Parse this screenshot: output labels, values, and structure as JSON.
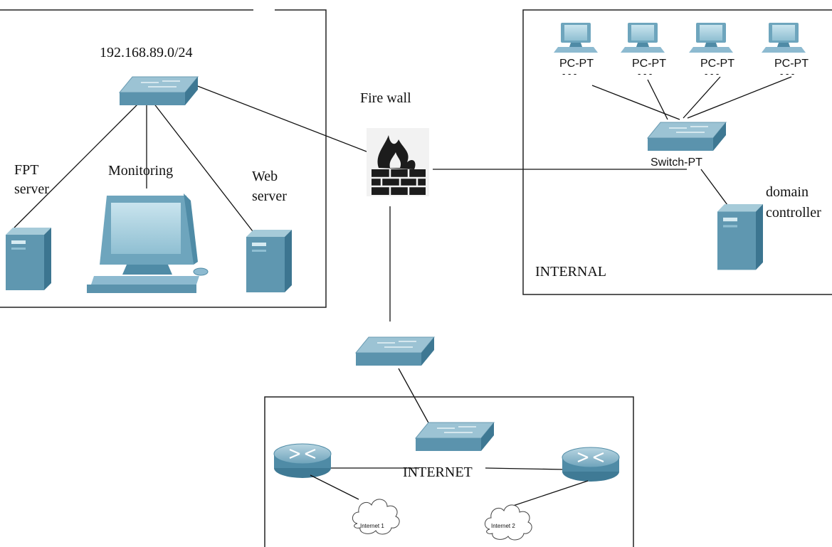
{
  "dmz": {
    "subnet_label": "192.168.89.0/24",
    "ftp_label_line1": "FPT",
    "ftp_label_line2": "server",
    "monitoring_label": "Monitoring",
    "web_label_line1": "Web",
    "web_label_line2": "server"
  },
  "firewall": {
    "label": "Fire wall"
  },
  "internal": {
    "zone_label": "INTERNAL",
    "pcs": [
      {
        "label": "PC-PT",
        "sublabel": "- - -"
      },
      {
        "label": "PC-PT",
        "sublabel": "- - -"
      },
      {
        "label": "PC-PT",
        "sublabel": "- - -"
      },
      {
        "label": "PC-PT",
        "sublabel": "- - -"
      }
    ],
    "switch_label": "Switch-PT",
    "dc_label_line1": "domain",
    "dc_label_line2": "controller"
  },
  "internet": {
    "zone_label": "INTERNET",
    "cloud1_label": "Internet 1",
    "cloud2_label": "Internet 2"
  },
  "colors": {
    "device_top": "#9cc3d4",
    "device_side": "#4e8aa6",
    "device_dark": "#2f6f8c",
    "firewall_bg": "#f2f2f2"
  }
}
